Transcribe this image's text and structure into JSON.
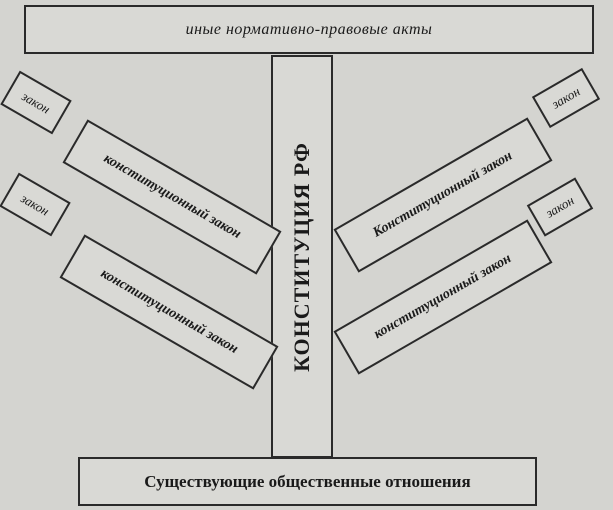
{
  "diagram": {
    "top_label": "иные нормативно-правовые акты",
    "trunk_label": "КОНСТИТУЦИЯ РФ",
    "bottom_label": "Существующие общественные отношения",
    "left_upper": {
      "constitutional_law": "конституционный закон",
      "law": "закон"
    },
    "left_lower": {
      "constitutional_law": "конституционный закон",
      "law": "закон"
    },
    "right_upper": {
      "constitutional_law": "Конституционный закон",
      "law": "закон"
    },
    "right_lower": {
      "constitutional_law": "конституционный закон",
      "law": "закон"
    }
  }
}
